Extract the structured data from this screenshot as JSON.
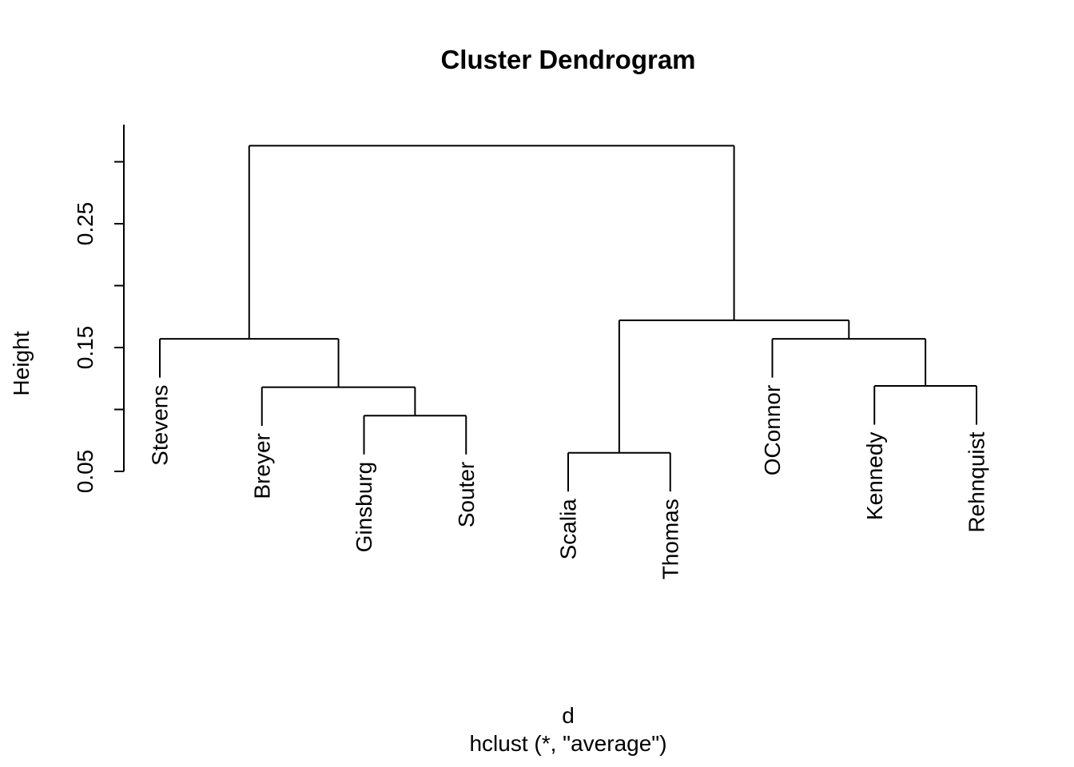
{
  "chart_data": {
    "type": "dendrogram",
    "title": "Cluster Dendrogram",
    "ylabel": "Height",
    "xlabel_line1": "d",
    "xlabel_line2": "hclust (*, \"average\")",
    "background": "#ffffff",
    "line_color": "#000000",
    "axis": {
      "range": [
        0.05,
        0.33
      ],
      "ticks": [
        0.05,
        0.1,
        0.15,
        0.2,
        0.25,
        0.3
      ],
      "tick_labels": [
        "0.05",
        "",
        "0.15",
        "",
        "0.25",
        ""
      ]
    },
    "leaves": [
      "Stevens",
      "Breyer",
      "Ginsburg",
      "Souter",
      "Scalia",
      "Thomas",
      "OConnor",
      "Kennedy",
      "Rehnquist"
    ],
    "hang": 0.1,
    "tree": {
      "height": 0.313,
      "children": [
        {
          "height": 0.157,
          "children": [
            {
              "leaf": "Stevens"
            },
            {
              "height": 0.118,
              "children": [
                {
                  "leaf": "Breyer"
                },
                {
                  "height": 0.095,
                  "children": [
                    {
                      "leaf": "Ginsburg"
                    },
                    {
                      "leaf": "Souter"
                    }
                  ]
                }
              ]
            }
          ]
        },
        {
          "height": 0.172,
          "children": [
            {
              "height": 0.065,
              "children": [
                {
                  "leaf": "Scalia"
                },
                {
                  "leaf": "Thomas"
                }
              ]
            },
            {
              "height": 0.157,
              "children": [
                {
                  "leaf": "OConnor"
                },
                {
                  "height": 0.119,
                  "children": [
                    {
                      "leaf": "Kennedy"
                    },
                    {
                      "leaf": "Rehnquist"
                    }
                  ]
                }
              ]
            }
          ]
        }
      ]
    }
  }
}
